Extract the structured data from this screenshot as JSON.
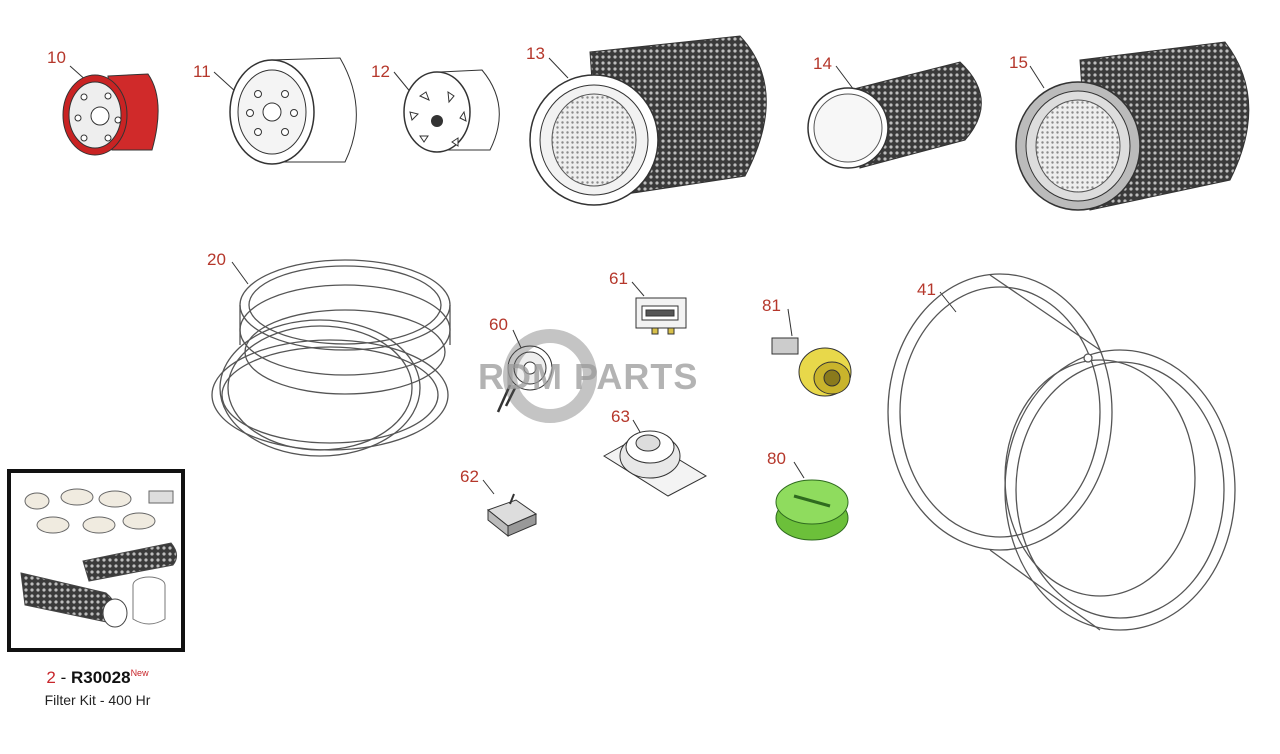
{
  "callouts": {
    "c10": "10",
    "c11": "11",
    "c12": "12",
    "c13": "13",
    "c14": "14",
    "c15": "15",
    "c20": "20",
    "c41": "41",
    "c60": "60",
    "c61": "61",
    "c62": "62",
    "c63": "63",
    "c80": "80",
    "c81": "81"
  },
  "watermark": "RDM PARTS",
  "kit": {
    "number": "2",
    "separator": " - ",
    "code": "R30028",
    "badge": "New",
    "description": "Filter Kit - 400 Hr"
  },
  "colors": {
    "callout": "#b5372b",
    "oil_filter": "#d02a2a",
    "cap_green": "#7fd04a",
    "switch_yellow": "#e8d84a"
  }
}
